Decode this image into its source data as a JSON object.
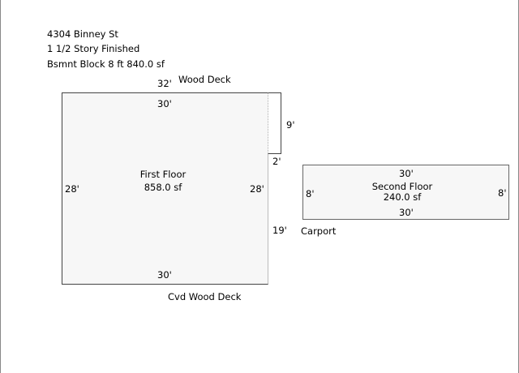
{
  "header": {
    "address": "4304 Binney St",
    "style": "1 1/2 Story Finished",
    "basement": "Bsmnt Block 8 ft  840.0 sf"
  },
  "first_floor": {
    "name": "First Floor",
    "area": "858.0 sf",
    "dim_top": "30'",
    "dim_bottom": "30'",
    "dim_left": "28'",
    "dim_right": "28'",
    "dim_overall_top": "32'",
    "dim_lower_right": "19'"
  },
  "wood_deck": {
    "label": "Wood Deck",
    "dim_height": "9'",
    "dim_width": "2'"
  },
  "covered_deck": {
    "label": "Cvd Wood Deck"
  },
  "second_floor": {
    "name": "Second Floor",
    "area": "240.0 sf",
    "dim_top": "30'",
    "dim_bottom": "30'",
    "dim_left": "8'",
    "dim_right": "8'"
  },
  "carport": {
    "label": "Carport"
  }
}
